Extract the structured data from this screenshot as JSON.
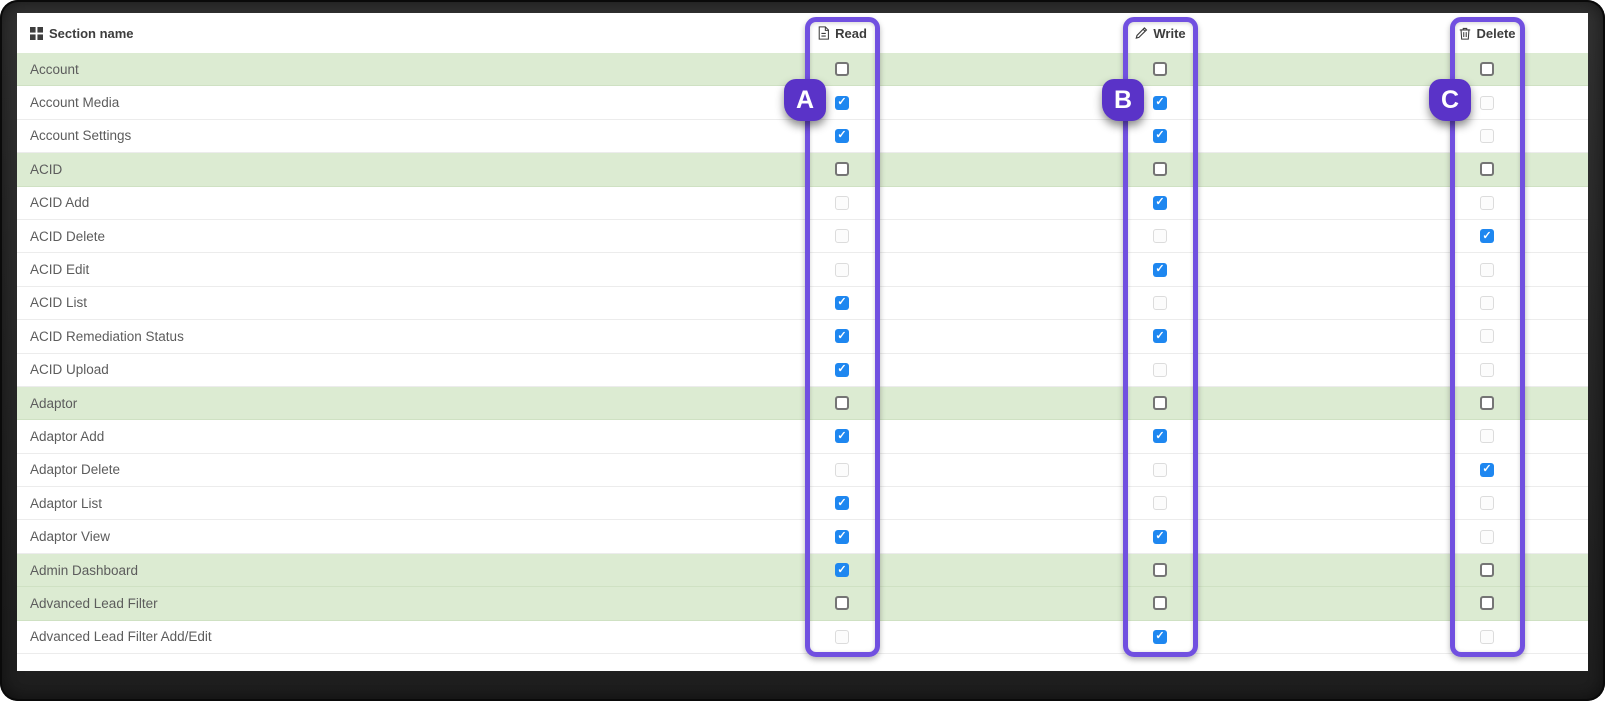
{
  "table": {
    "header": {
      "section_col": {
        "label": "Section name",
        "icon": "grid-icon"
      },
      "permission_cols": [
        {
          "label": "Read",
          "icon": "file-text-icon"
        },
        {
          "label": "Write",
          "icon": "pencil-icon"
        },
        {
          "label": "Delete",
          "icon": "trash-icon"
        }
      ]
    },
    "rows": [
      {
        "section": "Account",
        "is_group": true,
        "read": "unchecked",
        "write": "unchecked",
        "delete": "unchecked"
      },
      {
        "section": "Account Media",
        "is_group": false,
        "read": "checked",
        "write": "checked",
        "delete": "disabled"
      },
      {
        "section": "Account Settings",
        "is_group": false,
        "read": "checked",
        "write": "checked",
        "delete": "disabled"
      },
      {
        "section": "ACID",
        "is_group": true,
        "read": "unchecked",
        "write": "unchecked",
        "delete": "unchecked"
      },
      {
        "section": "ACID Add",
        "is_group": false,
        "read": "disabled",
        "write": "checked",
        "delete": "disabled"
      },
      {
        "section": "ACID Delete",
        "is_group": false,
        "read": "disabled",
        "write": "disabled",
        "delete": "checked"
      },
      {
        "section": "ACID Edit",
        "is_group": false,
        "read": "disabled",
        "write": "checked",
        "delete": "disabled"
      },
      {
        "section": "ACID List",
        "is_group": false,
        "read": "checked",
        "write": "disabled",
        "delete": "disabled"
      },
      {
        "section": "ACID Remediation Status",
        "is_group": false,
        "read": "checked",
        "write": "checked",
        "delete": "disabled"
      },
      {
        "section": "ACID Upload",
        "is_group": false,
        "read": "checked",
        "write": "disabled",
        "delete": "disabled"
      },
      {
        "section": "Adaptor",
        "is_group": true,
        "read": "unchecked",
        "write": "unchecked",
        "delete": "unchecked"
      },
      {
        "section": "Adaptor Add",
        "is_group": false,
        "read": "checked",
        "write": "checked",
        "delete": "disabled"
      },
      {
        "section": "Adaptor Delete",
        "is_group": false,
        "read": "disabled",
        "write": "disabled",
        "delete": "checked"
      },
      {
        "section": "Adaptor List",
        "is_group": false,
        "read": "checked",
        "write": "disabled",
        "delete": "disabled"
      },
      {
        "section": "Adaptor View",
        "is_group": false,
        "read": "checked",
        "write": "checked",
        "delete": "disabled"
      },
      {
        "section": "Admin Dashboard",
        "is_group": true,
        "read": "checked",
        "write": "unchecked",
        "delete": "unchecked"
      },
      {
        "section": "Advanced Lead Filter",
        "is_group": true,
        "read": "unchecked",
        "write": "unchecked",
        "delete": "unchecked"
      },
      {
        "section": "Advanced Lead Filter Add/Edit",
        "is_group": false,
        "read": "disabled",
        "write": "checked",
        "delete": "disabled"
      }
    ]
  },
  "annotations": [
    {
      "label": "A",
      "column": "Read"
    },
    {
      "label": "B",
      "column": "Write"
    },
    {
      "label": "C",
      "column": "Delete"
    }
  ],
  "colors": {
    "annotation_purple_outline": "#7150e0",
    "annotation_purple_badge": "#5a33c8",
    "checkbox_checked_blue": "#1e87f0",
    "group_row_green": "#dcebd2",
    "window_frame_dark": "#2a2a2a"
  }
}
